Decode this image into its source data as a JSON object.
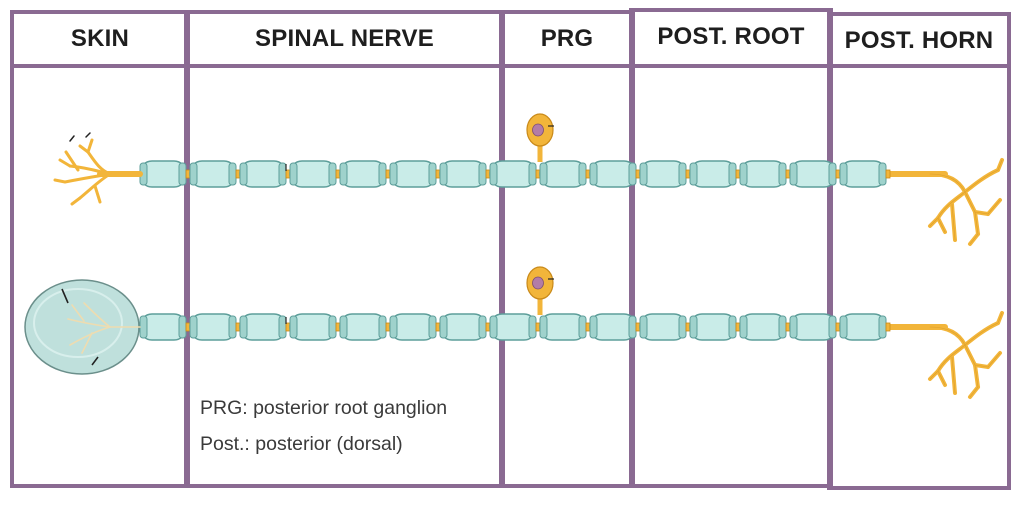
{
  "columns": [
    {
      "id": "skin",
      "label": "SKIN"
    },
    {
      "id": "spinal-nerve",
      "label": "SPINAL NERVE"
    },
    {
      "id": "prg",
      "label": "PRG"
    },
    {
      "id": "post-root",
      "label": "POST. ROOT"
    },
    {
      "id": "post-horn",
      "label": "POST. HORN"
    }
  ],
  "legend": {
    "line1": "PRG: posterior root ganglion",
    "line2": "Post.: posterior (dorsal)"
  },
  "colors": {
    "border": "#8a6a92",
    "myelin_fill": "#c9ece8",
    "myelin_edge": "#5d9e9a",
    "axon": "#f2b53a",
    "axon_edge": "#c98a1a",
    "nucleus": "#b37ca6",
    "capsule": "#bfe0dc"
  },
  "neurons": [
    {
      "id": "neuron-free-nerve-ending",
      "receptor": "free-nerve-ending"
    },
    {
      "id": "neuron-encapsulated-ending",
      "receptor": "encapsulated-corpuscle"
    }
  ]
}
